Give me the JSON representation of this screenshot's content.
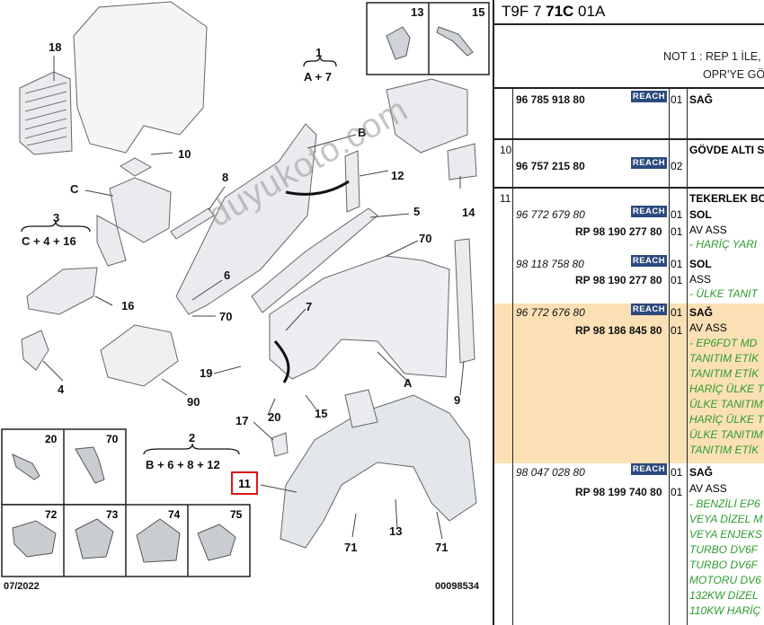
{
  "diagram": {
    "labels": {
      "n18": "18",
      "n1": "1",
      "n1sub": "A + 7",
      "n13": "13",
      "n15a": "15",
      "n10": "10",
      "nB": "B",
      "nC": "C",
      "n8": "8",
      "n12": "12",
      "n3": "3",
      "n3sub": "C + 4 + 16",
      "n14": "14",
      "n5": "5",
      "n70a": "70",
      "n6": "6",
      "n16": "16",
      "n7": "7",
      "n70b": "70",
      "n19": "19",
      "nA": "A",
      "n9": "9",
      "n4": "4",
      "n90": "90",
      "n20a": "20",
      "n15b": "15",
      "n17": "17",
      "n2": "2",
      "n2sub": "B + 6 + 8 + 12",
      "n13b": "13",
      "n71a": "71",
      "n71b": "71"
    },
    "callout": "11",
    "parts_grid": [
      {
        "num": "20"
      },
      {
        "num": "70"
      },
      {
        "num": "72"
      },
      {
        "num": "73"
      },
      {
        "num": "74"
      },
      {
        "num": "75"
      }
    ],
    "date": "07/2022",
    "code": "00098534",
    "watermark": "duyukoto.com"
  },
  "table": {
    "header_prefix": "T9F 7 ",
    "header_bold": "71C",
    "header_suffix": " 01A",
    "note_line1": "NOT 1 : REP 1 İLE,",
    "note_line2": "OPR'YE GÖ",
    "badge": "REACH",
    "rows": [
      {
        "ref": "",
        "pn": "96 785 918 80",
        "qty": "01",
        "desc": "SAĞ"
      },
      {
        "ref": "10",
        "pn": "96 757 215 80",
        "qty": "02",
        "desc": "GÖVDE ALTI S"
      },
      {
        "ref": "11",
        "desc": "TEKERLEK BO"
      }
    ],
    "sub": [
      {
        "pn": "96 772 679 80",
        "qty": "01",
        "desc": "SOL"
      },
      {
        "rp": "RP 98 190 277 80",
        "qty": "01",
        "desc": "AV ASS",
        "note": "- HARİÇ YARI"
      },
      {
        "pn": "98 118 758 80",
        "qty": "01",
        "desc": "SOL"
      },
      {
        "rp": "RP 98 190 277 80",
        "qty": "01",
        "desc": "ASS",
        "note": "- ÜLKE TANIT"
      },
      {
        "pn": "96 772 676 80",
        "qty": "01",
        "desc": "SAĞ"
      },
      {
        "rp": "RP 98 186 845 80",
        "qty": "01",
        "desc": "AV ASS"
      },
      {
        "pn": "98 047 028 80",
        "qty": "01",
        "desc": "SAĞ"
      },
      {
        "rp": "RP 98 199 740 80",
        "qty": "01",
        "desc": "AV ASS"
      }
    ],
    "notes_highlight": [
      "- EP6FDT MD",
      "TANITIM ETİK",
      "TANITIM ETİK",
      "HARİÇ ÜLKE T",
      "ÜLKE TANITIM",
      "HARİÇ ÜLKE T",
      "ÜLKE TANITIM",
      "TANITIM ETİK"
    ],
    "notes_last": [
      "- BENZİLİ EP6",
      "VEYA DİZEL M",
      "VEYA ENJEKS",
      "TURBO DV6F",
      "TURBO DV6F",
      "MOTORU DV6",
      "132KW DİZEL",
      "110KW HARİÇ"
    ],
    "colors": {
      "badge": "#2b4a7d",
      "highlight": "#fbe0b5",
      "note_green": "#2e9c2e",
      "callout": "#e01515"
    }
  }
}
